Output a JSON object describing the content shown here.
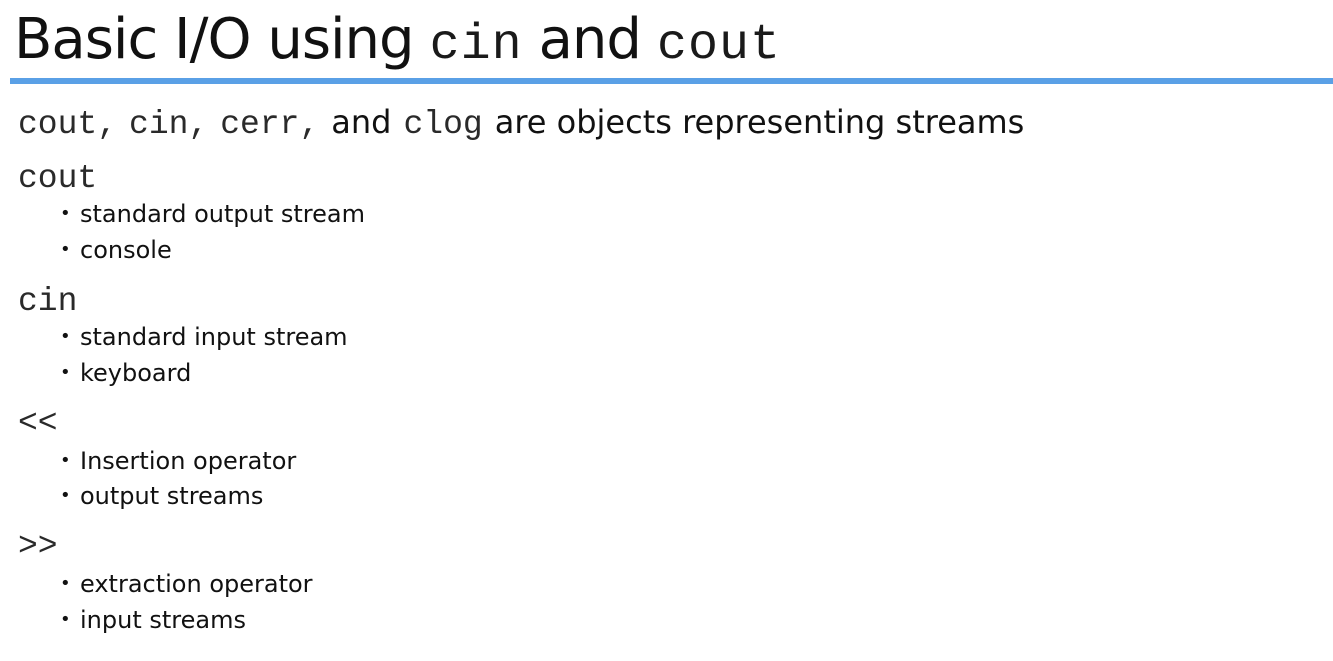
{
  "slide": {
    "title": {
      "part1": "Basic I/O using",
      "code1": "cin",
      "part2": "and",
      "code2": "cout"
    },
    "accent_color": "#5aa0e6",
    "intro": {
      "code_cout": "cout,",
      "code_cin": "cin,",
      "code_cerr": "cerr,",
      "word_and": "and",
      "code_clog": "clog",
      "rest": "are objects representing streams"
    },
    "sections": [
      {
        "heading": "cout",
        "bullets": [
          "standard output stream",
          "console"
        ]
      },
      {
        "heading": "cin",
        "bullets": [
          "standard input stream",
          "keyboard"
        ]
      },
      {
        "heading": "<<",
        "bullets": [
          "Insertion operator",
          "output streams"
        ]
      },
      {
        "heading": ">>",
        "bullets": [
          "extraction operator",
          "input streams"
        ]
      }
    ],
    "bullet_glyph": "•"
  }
}
